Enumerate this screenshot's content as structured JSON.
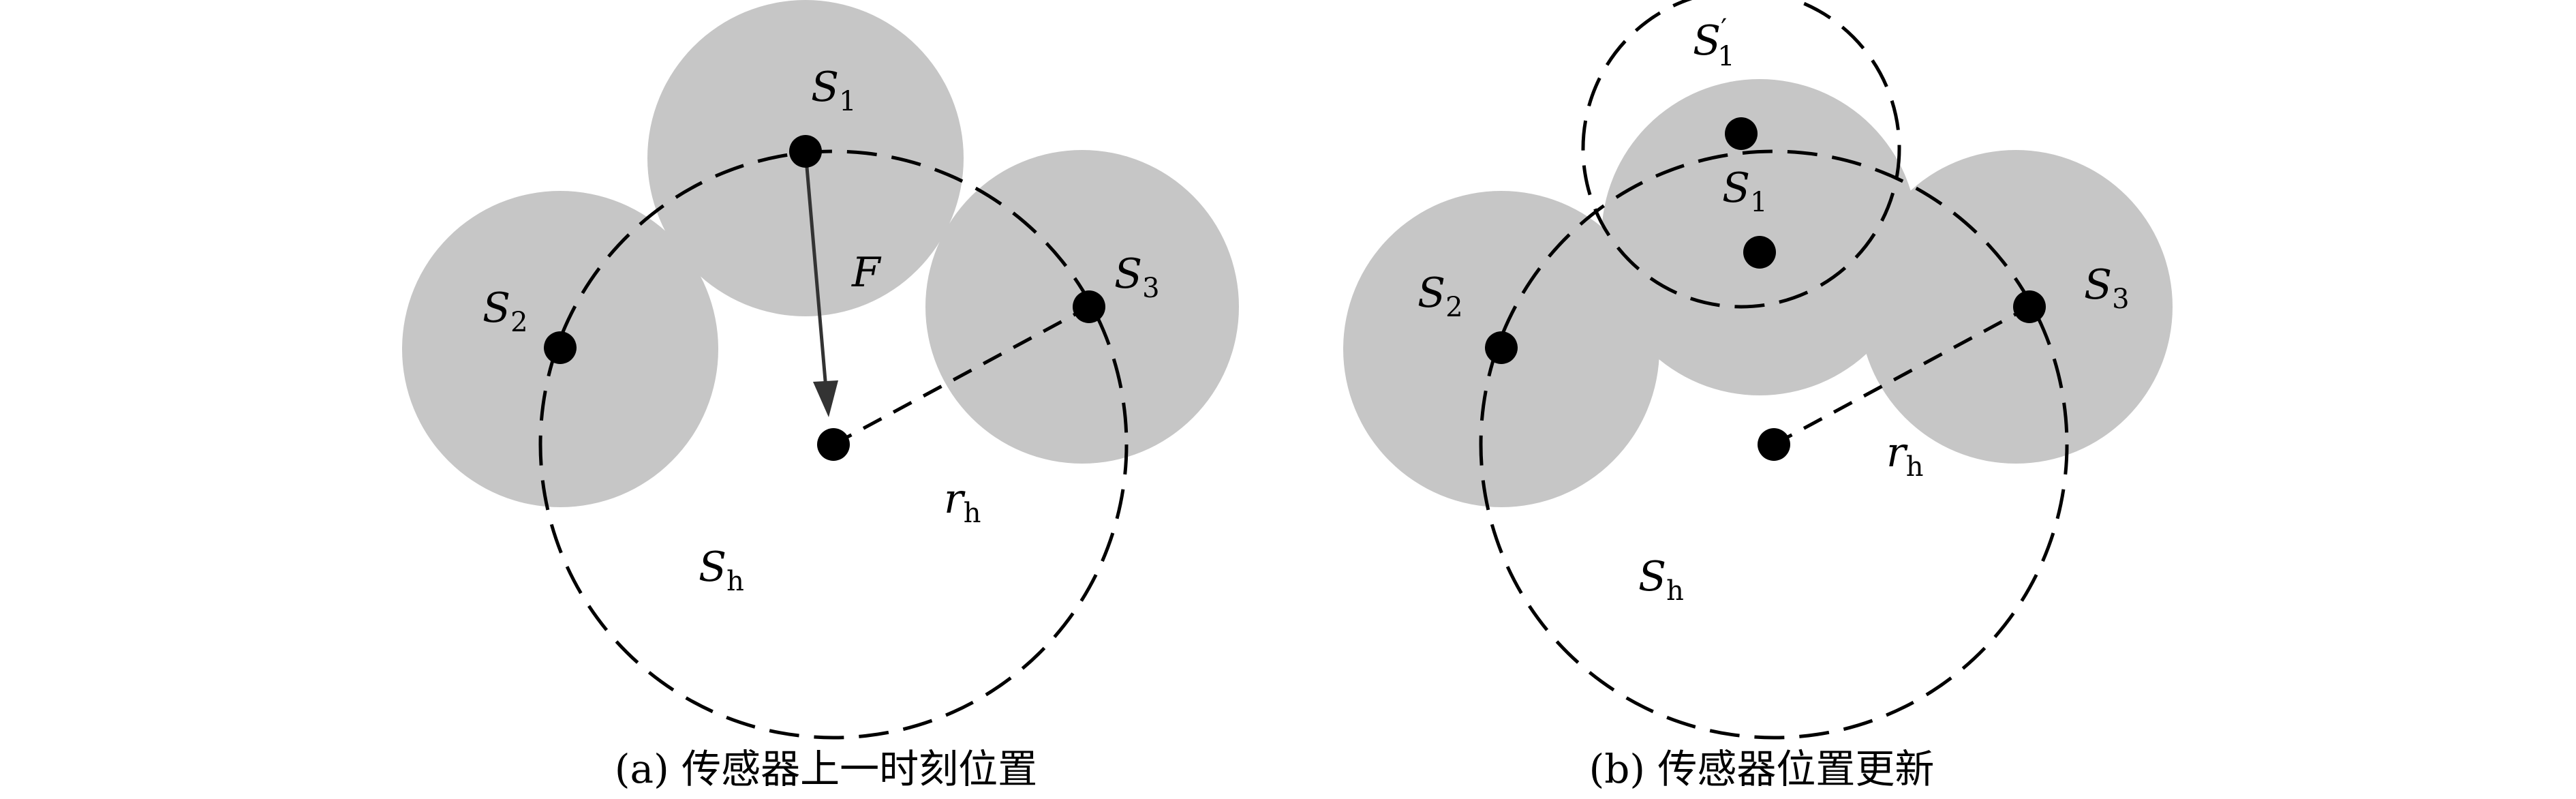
{
  "panel_a": {
    "labels": {
      "s1": {
        "main": "S",
        "sub": "1"
      },
      "s2": {
        "main": "S",
        "sub": "2"
      },
      "s3": {
        "main": "S",
        "sub": "3"
      },
      "force": "F",
      "rh": {
        "main": "r",
        "sub": "h"
      },
      "sh": {
        "main": "S",
        "sub": "h"
      }
    },
    "caption": "(a) 传感器上一时刻位置"
  },
  "panel_b": {
    "labels": {
      "s1_new": {
        "main": "S",
        "prime": "′",
        "sub": "1"
      },
      "s1": {
        "main": "S",
        "sub": "1"
      },
      "s2": {
        "main": "S",
        "sub": "2"
      },
      "s3": {
        "main": "S",
        "sub": "3"
      },
      "rh": {
        "main": "r",
        "sub": "h"
      },
      "sh": {
        "main": "S",
        "sub": "h"
      }
    },
    "caption": "(b) 传感器位置更新"
  },
  "colors": {
    "sensing_disc": "#c6c6c6",
    "node": "#000000",
    "arrow": "#333333"
  }
}
